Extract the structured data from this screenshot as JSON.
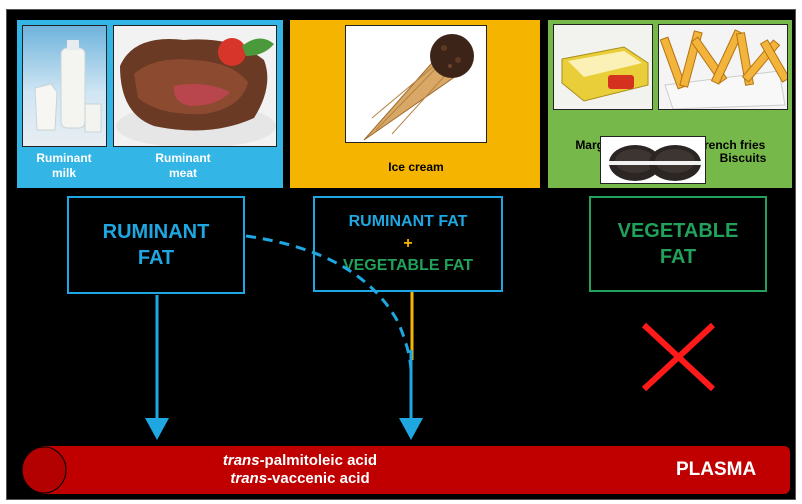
{
  "panels": {
    "ruminant": {
      "color": "#33b5e5",
      "labels": {
        "milk": "Ruminant\nmilk",
        "meat": "Ruminant\nmeat"
      },
      "photos": {
        "milk": "milk-photo",
        "meat": "steak-photo"
      }
    },
    "mixed": {
      "color": "#f5b400",
      "labels": {
        "ice_cream": "Ice cream"
      },
      "photos": {
        "ice_cream": "ice-cream-photo"
      }
    },
    "vegetable": {
      "color": "#77b84a",
      "labels": {
        "margarine": "Margarine",
        "fries": "French fries",
        "biscuits": "Biscuits"
      },
      "photos": {
        "margarine": "margarine-photo",
        "fries": "fries-photo",
        "biscuits": "biscuits-photo"
      }
    }
  },
  "boxes": {
    "ruminant_fat": {
      "line1": "RUMINANT",
      "line2": "FAT",
      "color": "#1ea7e1"
    },
    "mixed_fat": {
      "line1": "RUMINANT FAT",
      "plus": "+",
      "line2": "VEGETABLE FAT",
      "color_ruminant": "#1ea7e1",
      "color_plus": "#f5b400",
      "color_vegetable": "#21a15a"
    },
    "vegetable_fat": {
      "line1": "VEGETABLE",
      "line2": "FAT",
      "color": "#21a15a"
    }
  },
  "plasma": {
    "acid1_italic": "trans",
    "acid1_rest": "-palmitoleic acid",
    "acid2_italic": "trans",
    "acid2_rest": "-vaccenic acid",
    "label": "PLASMA",
    "color": "#c00000"
  },
  "colors": {
    "arrow": "#1ea7e1",
    "cross": "#ff1a1a",
    "background": "#000000"
  }
}
